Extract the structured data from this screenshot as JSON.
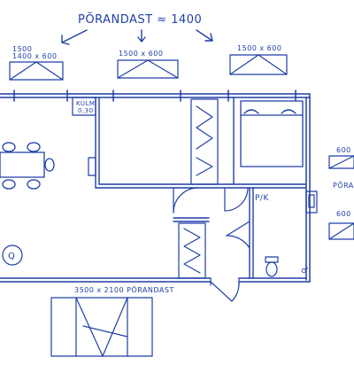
{
  "plan": {
    "top_title": "PÕRANDAST ≈ 1400",
    "windows_top": [
      {
        "label_top": "1500",
        "label_sub": "1400 x 600"
      },
      {
        "label": "1500 x 600"
      },
      {
        "label": "1500 x 600"
      }
    ],
    "kitchen_label_1": "KÜLM",
    "kitchen_label_2": "0,30",
    "room_wc_label": "P/K",
    "right_window_1": "600",
    "right_window_2": "PÕRA",
    "right_window_3": "600",
    "bottom_window_label": "3500 x 2100 PÕRANDAST",
    "symbol_q": "Q",
    "symbol_misc": "♂"
  },
  "colors": {
    "ink": "#1f3fa6",
    "paper": "#ffffff"
  }
}
